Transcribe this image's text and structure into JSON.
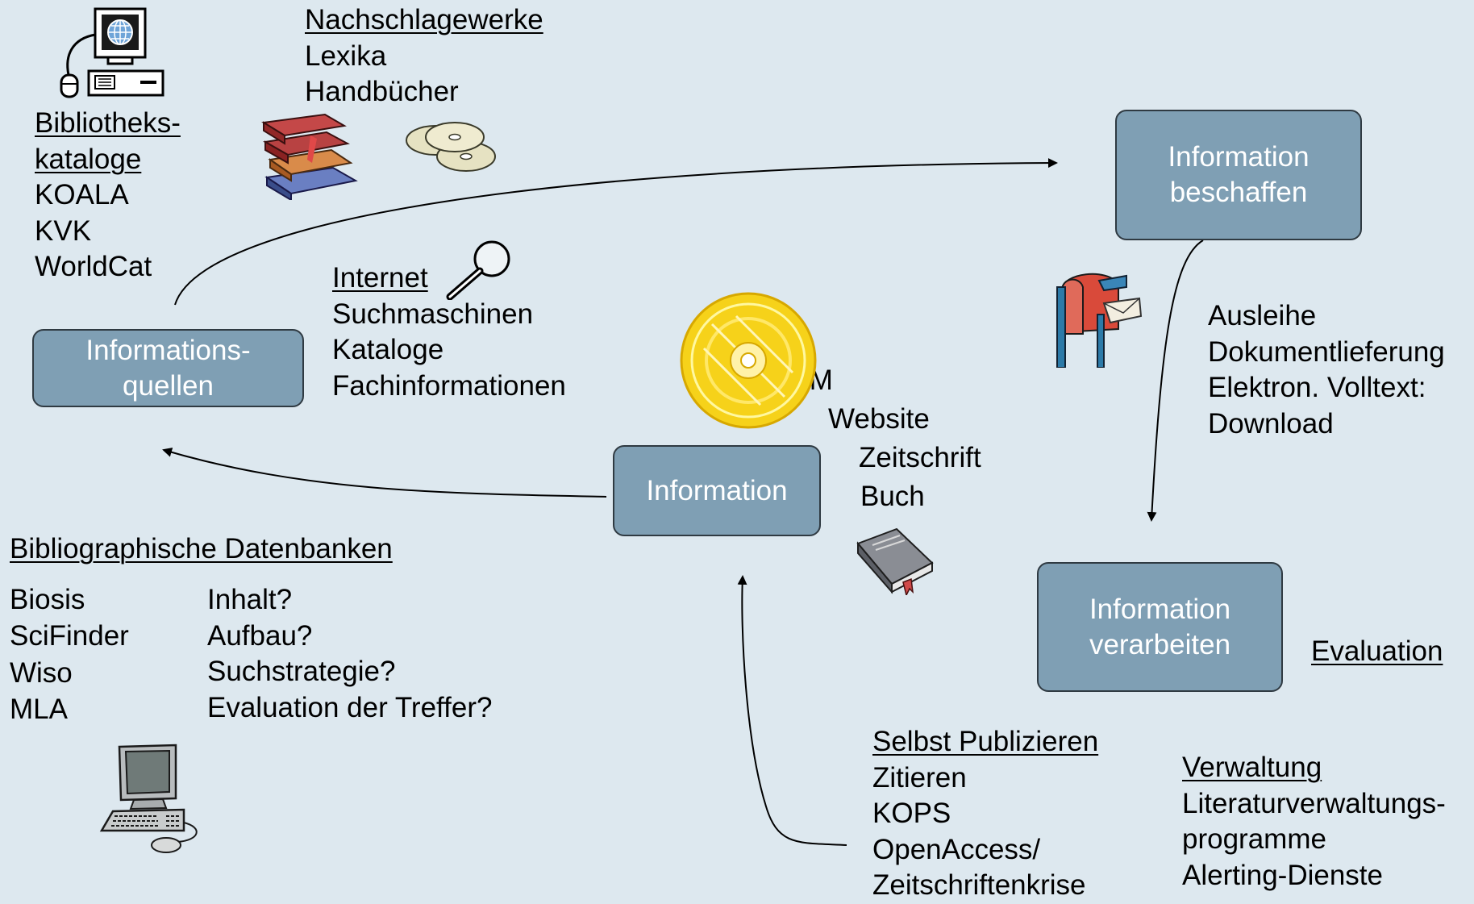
{
  "boxes": {
    "informationsquellen": [
      "Informations-",
      "quellen"
    ],
    "beschaffen": [
      "Information",
      "beschaffen"
    ],
    "information": [
      "Information"
    ],
    "verarbeiten": [
      "Information",
      "verarbeiten"
    ]
  },
  "kataloge": {
    "heading": [
      "Bibliotheks-",
      "kataloge"
    ],
    "items": [
      "KOALA",
      "KVK",
      "WorldCat"
    ]
  },
  "nachschlagewerke": {
    "heading": "Nachschlagewerke",
    "items": [
      "Lexika",
      "Handbücher"
    ]
  },
  "internet": {
    "heading": "Internet",
    "items": [
      "Suchmaschinen",
      "Kataloge",
      "Fachinformationen"
    ]
  },
  "media": {
    "cdrom": "CD-ROM",
    "website": "Website",
    "zeitschrift": "Zeitschrift",
    "buch": "Buch"
  },
  "beschaffung": {
    "items": [
      "Ausleihe",
      "Dokumentlieferung",
      "Elektron. Volltext:",
      "Download"
    ]
  },
  "bibliographische": {
    "heading": "Bibliographische Datenbanken",
    "databases": [
      "Biosis",
      "SciFinder",
      "Wiso",
      "MLA"
    ],
    "questions": [
      "Inhalt?",
      "Aufbau?",
      "Suchstrategie?",
      "Evaluation der Treffer?"
    ]
  },
  "evaluation": "Evaluation",
  "publizieren": {
    "heading": "Selbst Publizieren",
    "items": [
      "Zitieren",
      "KOPS",
      "OpenAccess/",
      "Zeitschriftenkrise"
    ]
  },
  "verwaltung": {
    "heading": "Verwaltung",
    "items": [
      "Literaturverwaltungs-",
      "programme",
      "Alerting-Dienste"
    ]
  },
  "icons": [
    "computer-globe-icon",
    "books-stack-icon",
    "cd-discs-icon",
    "magnifier-icon",
    "cdrom-disc-icon",
    "mailbox-icon",
    "book-icon",
    "desktop-computer-icon"
  ]
}
